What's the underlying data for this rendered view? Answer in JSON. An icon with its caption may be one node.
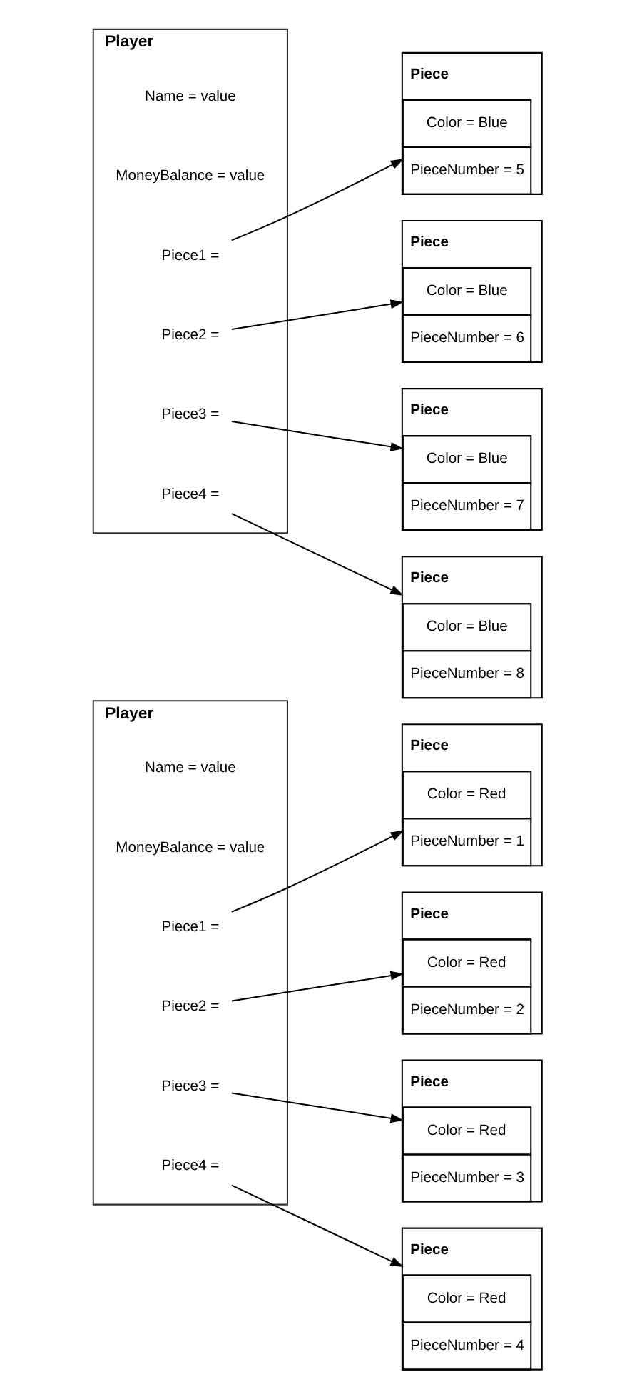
{
  "diagram": {
    "nodes": [
      {
        "text": [
          "Player"
        ]
      },
      {
        "text": [
          "Name = value"
        ],
        "in": 0
      },
      {
        "text": [
          "MoneyBalance = value"
        ],
        "in": 0
      },
      {
        "text": [
          "Piece1 ="
        ],
        "in": 0
      },
      {
        "text": [
          "Piece2 ="
        ],
        "in": 0
      },
      {
        "text": [
          "Piece3 ="
        ],
        "in": 0
      },
      {
        "text": [
          "Piece4 ="
        ],
        "in": 0
      },
      {
        "text": [
          "Piece",
          "Color = Red",
          "PieceNumber = 1"
        ]
      },
      {
        "text": [
          "Piece",
          "Color = Red",
          "PieceNumber = 2"
        ]
      },
      {
        "text": [
          "Piece",
          "Color = Red",
          "PieceNumber = 3"
        ]
      },
      {
        "text": [
          "Piece",
          "Color = Red",
          "PieceNumber = 4"
        ]
      },
      {
        "text": [
          "Player"
        ]
      },
      {
        "text": [
          "Name = value"
        ],
        "in": 11
      },
      {
        "text": [
          "MoneyBalance = value"
        ],
        "in": 11
      },
      {
        "text": [
          "Piece1 ="
        ],
        "in": 11
      },
      {
        "text": [
          "Piece2 ="
        ],
        "in": 11
      },
      {
        "text": [
          "Piece3 ="
        ],
        "in": 11
      },
      {
        "text": [
          "Piece4 ="
        ],
        "in": 11
      },
      {
        "text": [
          "Piece",
          "Color = Blue",
          "PieceNumber = 5"
        ]
      },
      {
        "text": [
          "Piece",
          "Color = Blue",
          "PieceNumber = 6"
        ]
      },
      {
        "text": [
          "Piece",
          "Color = Blue",
          "PieceNumber = 7"
        ]
      },
      {
        "text": [
          "Piece",
          "Color = Blue",
          "PieceNumber = 8"
        ]
      }
    ],
    "edges": [
      {
        "from": 3,
        "to": 7,
        "arrow": "to"
      },
      {
        "from": 4,
        "to": 8,
        "arrow": "to"
      },
      {
        "from": 5,
        "to": 9,
        "arrow": "to"
      },
      {
        "from": 6,
        "to": 10,
        "arrow": "to"
      },
      {
        "from": 14,
        "to": 18,
        "arrow": "to"
      },
      {
        "from": 15,
        "to": 19,
        "arrow": "to"
      },
      {
        "from": 16,
        "to": 20,
        "arrow": "to"
      },
      {
        "from": 17,
        "to": 21,
        "arrow": "to"
      }
    ]
  }
}
